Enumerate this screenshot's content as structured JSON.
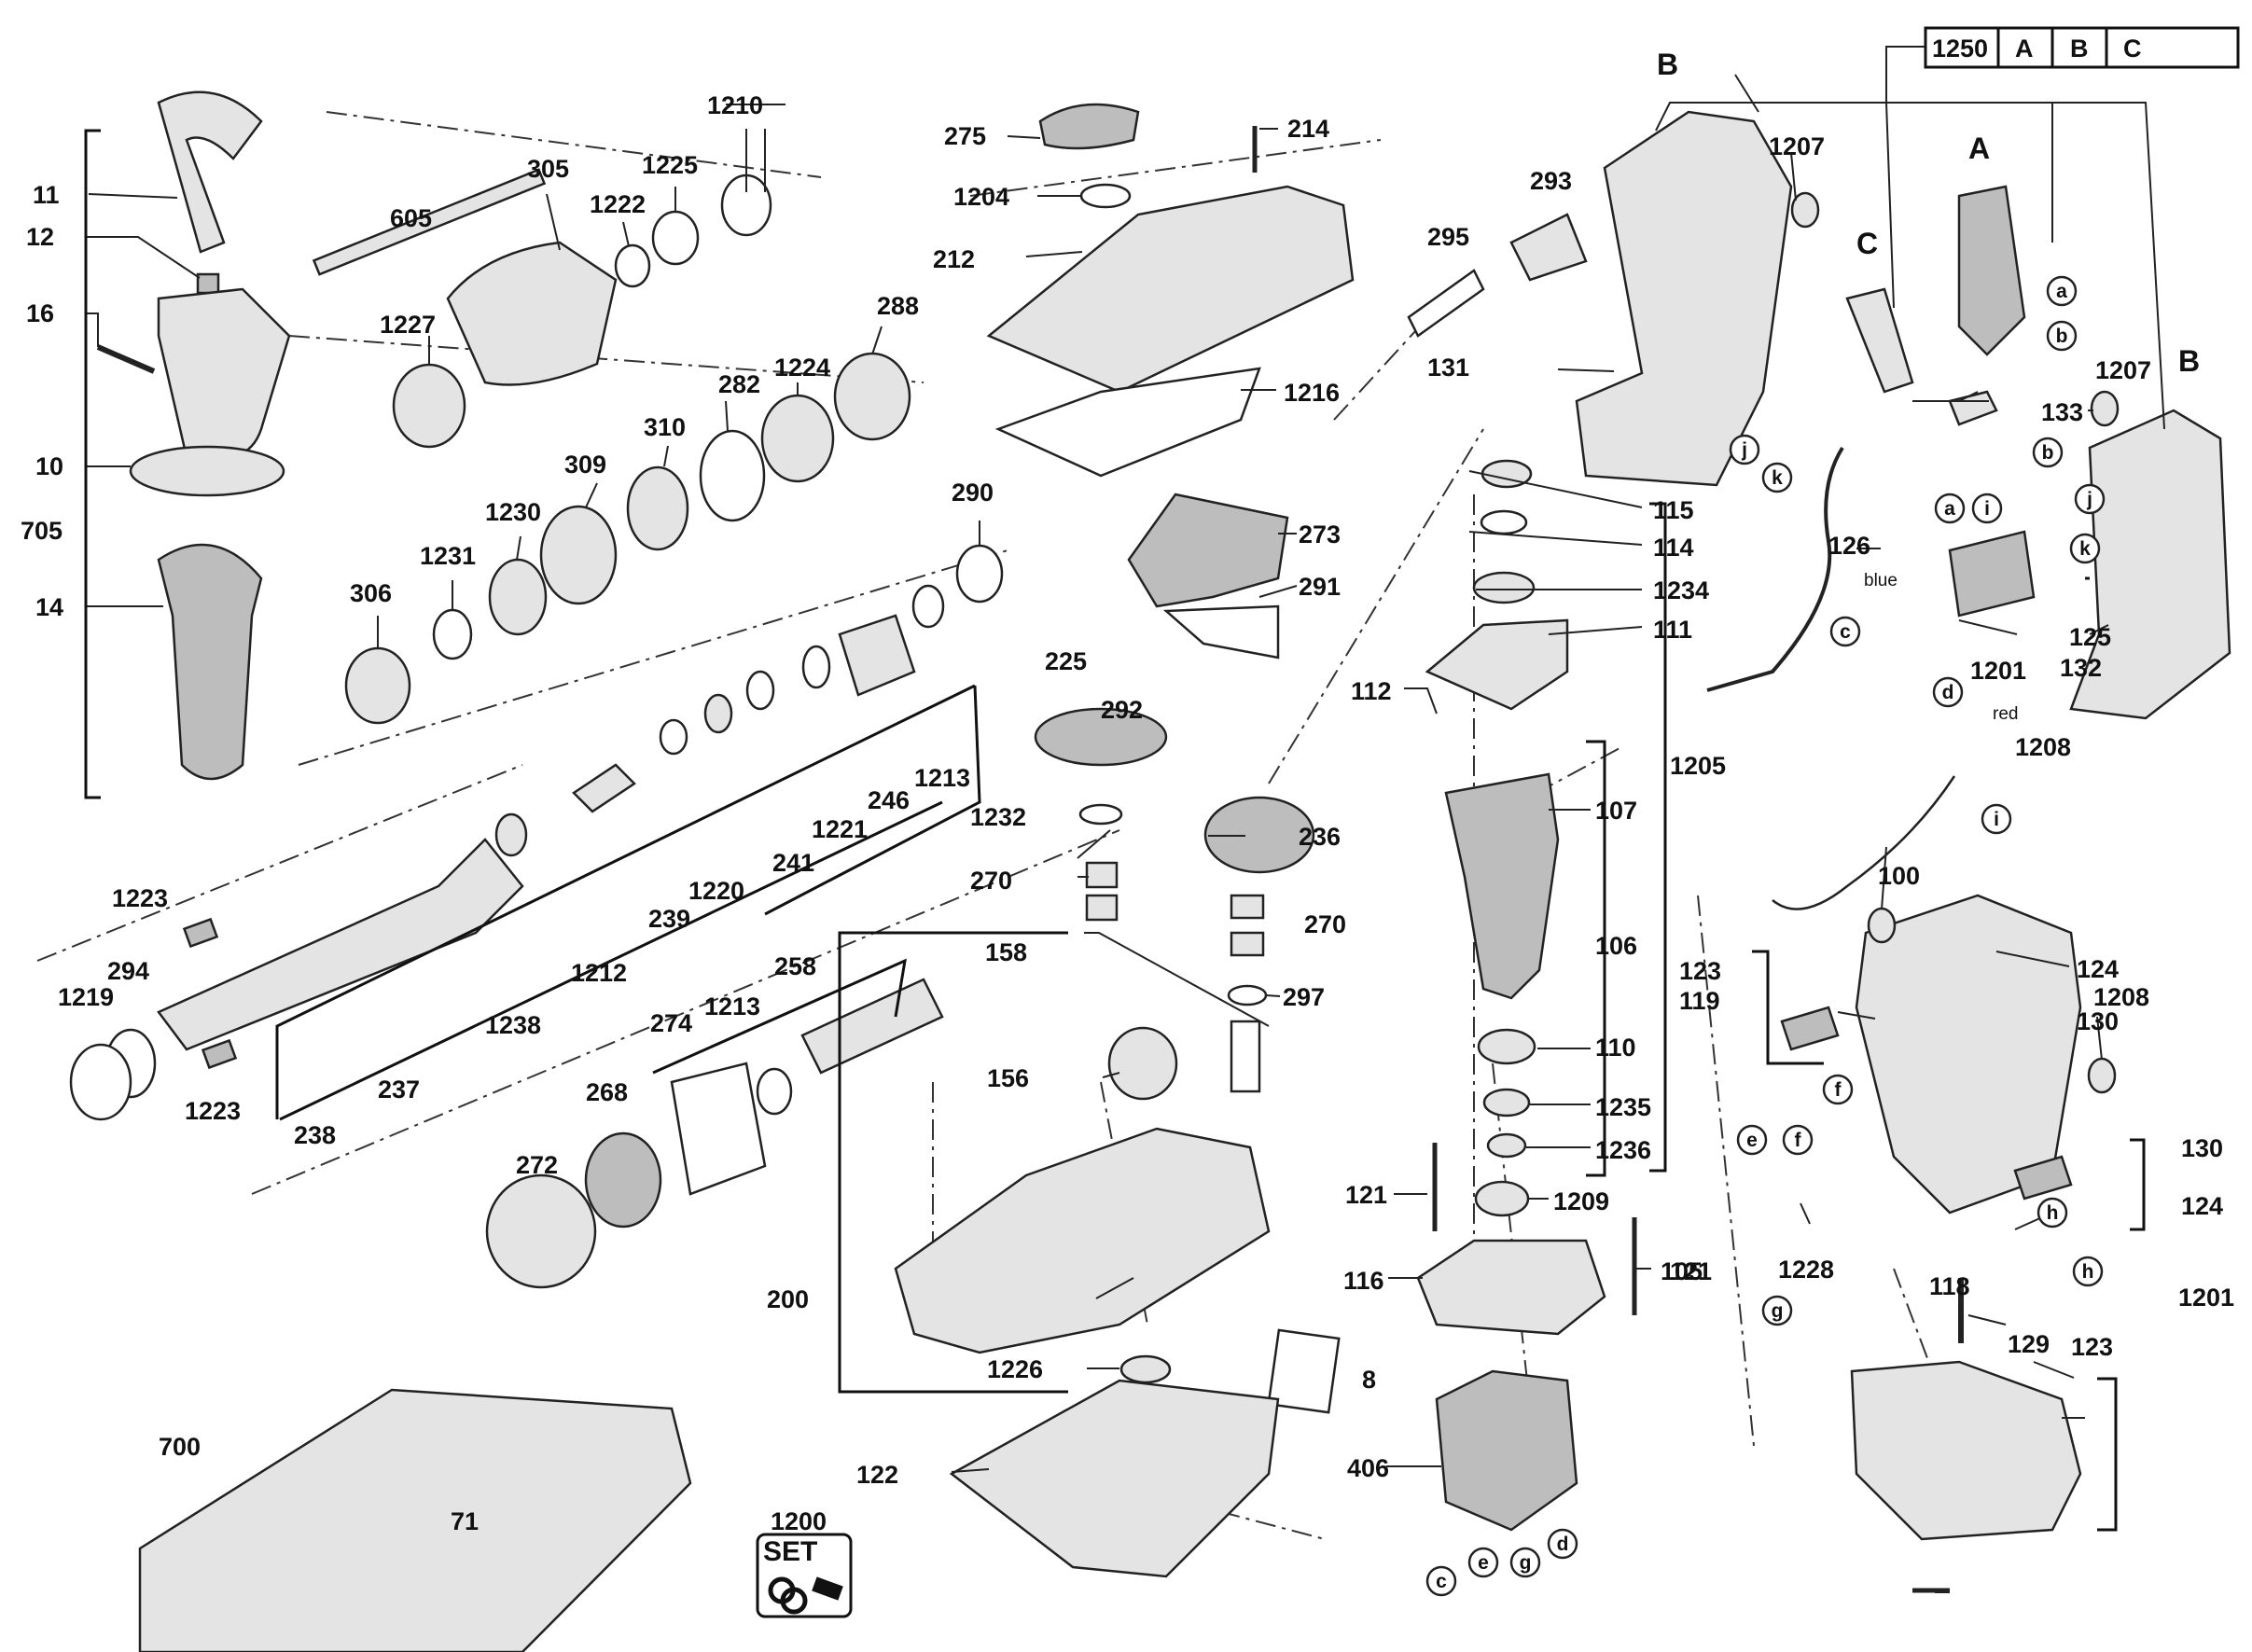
{
  "diagram": {
    "set_label": "SET",
    "side_labels": {
      "blue": "blue",
      "red": "red"
    },
    "header_codes": [
      "1250",
      "A",
      "B",
      "C"
    ],
    "section_letters": {
      "B_top": "B",
      "B_right": "B",
      "A": "A",
      "C": "C"
    },
    "wire_letters": [
      "a",
      "b",
      "c",
      "d",
      "e",
      "f",
      "g",
      "h",
      "i",
      "j",
      "k"
    ],
    "part_numbers": [
      "1210",
      "305",
      "1225",
      "1222",
      "605",
      "1227",
      "288",
      "1224",
      "282",
      "310",
      "309",
      "1230",
      "1231",
      "306",
      "290",
      "1213",
      "246",
      "1221",
      "241",
      "1220",
      "239",
      "1212",
      "1238",
      "237",
      "238",
      "1223",
      "294",
      "1219",
      "258",
      "274",
      "268",
      "272",
      "11",
      "12",
      "16",
      "10",
      "705",
      "14",
      "275",
      "214",
      "1204",
      "212",
      "1216",
      "273",
      "291",
      "225",
      "292",
      "236",
      "1232",
      "270",
      "158",
      "297",
      "156",
      "200",
      "1226",
      "8",
      "122",
      "700",
      "71",
      "1200",
      "293",
      "295",
      "131",
      "1207",
      "133",
      "115",
      "114",
      "1234",
      "111",
      "112",
      "107",
      "106",
      "110",
      "1235",
      "1236",
      "1209",
      "121",
      "116",
      "105",
      "406",
      "1205",
      "126",
      "125",
      "132",
      "1201",
      "1208",
      "100",
      "124",
      "130",
      "123",
      "119",
      "1228",
      "118",
      "129"
    ]
  }
}
